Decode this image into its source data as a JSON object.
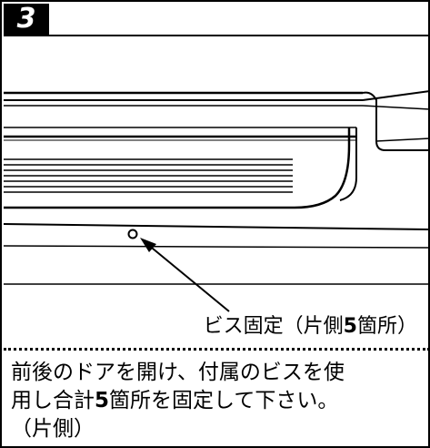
{
  "step": {
    "number": "3"
  },
  "callout": {
    "label_prefix": "ビス固定（片側",
    "label_count": "5",
    "label_suffix": "箇所）"
  },
  "instruction": {
    "line1": "前後のドアを開け、付属のビスを使",
    "line2_prefix": "用し合計",
    "line2_count": "5",
    "line2_suffix": "箇所を固定して下さい。",
    "line3": "（片側）"
  }
}
